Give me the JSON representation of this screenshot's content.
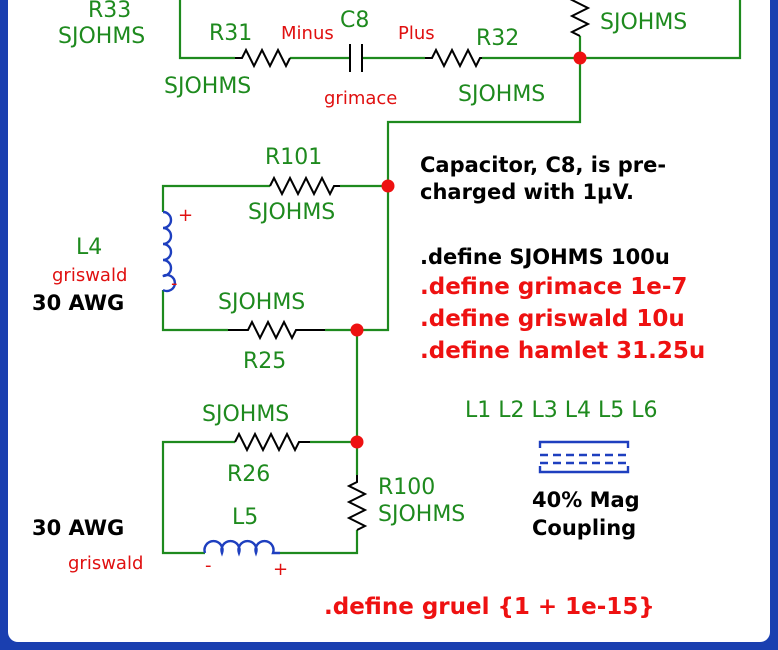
{
  "components": {
    "r33": {
      "ref": "R33",
      "value": "SJOHMS"
    },
    "r31": {
      "ref": "R31",
      "value": "SJOHMS"
    },
    "c8": {
      "ref": "C8",
      "value": "grimace",
      "minus": "Minus",
      "plus": "Plus"
    },
    "r32": {
      "ref": "R32",
      "value": "SJOHMS"
    },
    "r_top_right": {
      "value": "SJOHMS"
    },
    "r101": {
      "ref": "R101",
      "value": "SJOHMS"
    },
    "l4": {
      "ref": "L4",
      "value": "griswald",
      "gauge": "30 AWG",
      "plus": "+",
      "minus": "-"
    },
    "r25": {
      "ref": "R25",
      "value": "SJOHMS"
    },
    "r26": {
      "ref": "R26",
      "value": "SJOHMS"
    },
    "r100": {
      "ref": "R100",
      "value": "SJOHMS"
    },
    "l5": {
      "ref": "L5",
      "value": "griswald",
      "gauge": "30 AWG",
      "plus": "+",
      "minus": "-"
    }
  },
  "notes": {
    "capacitor_line1": "Capacitor, C8, is pre-",
    "capacitor_line2": "charged with 1µV.",
    "defines": [
      ".define SJOHMS 100u",
      ".define grimace 1e-7",
      ".define griswald 10u",
      ".define hamlet 31.25u"
    ],
    "gruel": ".define gruel {1 + 1e-15}"
  },
  "coupling": {
    "inductors": "L1 L2 L3 L4 L5 L6",
    "line1": "40% Mag",
    "line2": "Coupling"
  },
  "colors": {
    "wire": "#1e8a1e",
    "node": "#ee1111",
    "inductor": "#1e3fbf",
    "frame": "#1a3fb0"
  }
}
